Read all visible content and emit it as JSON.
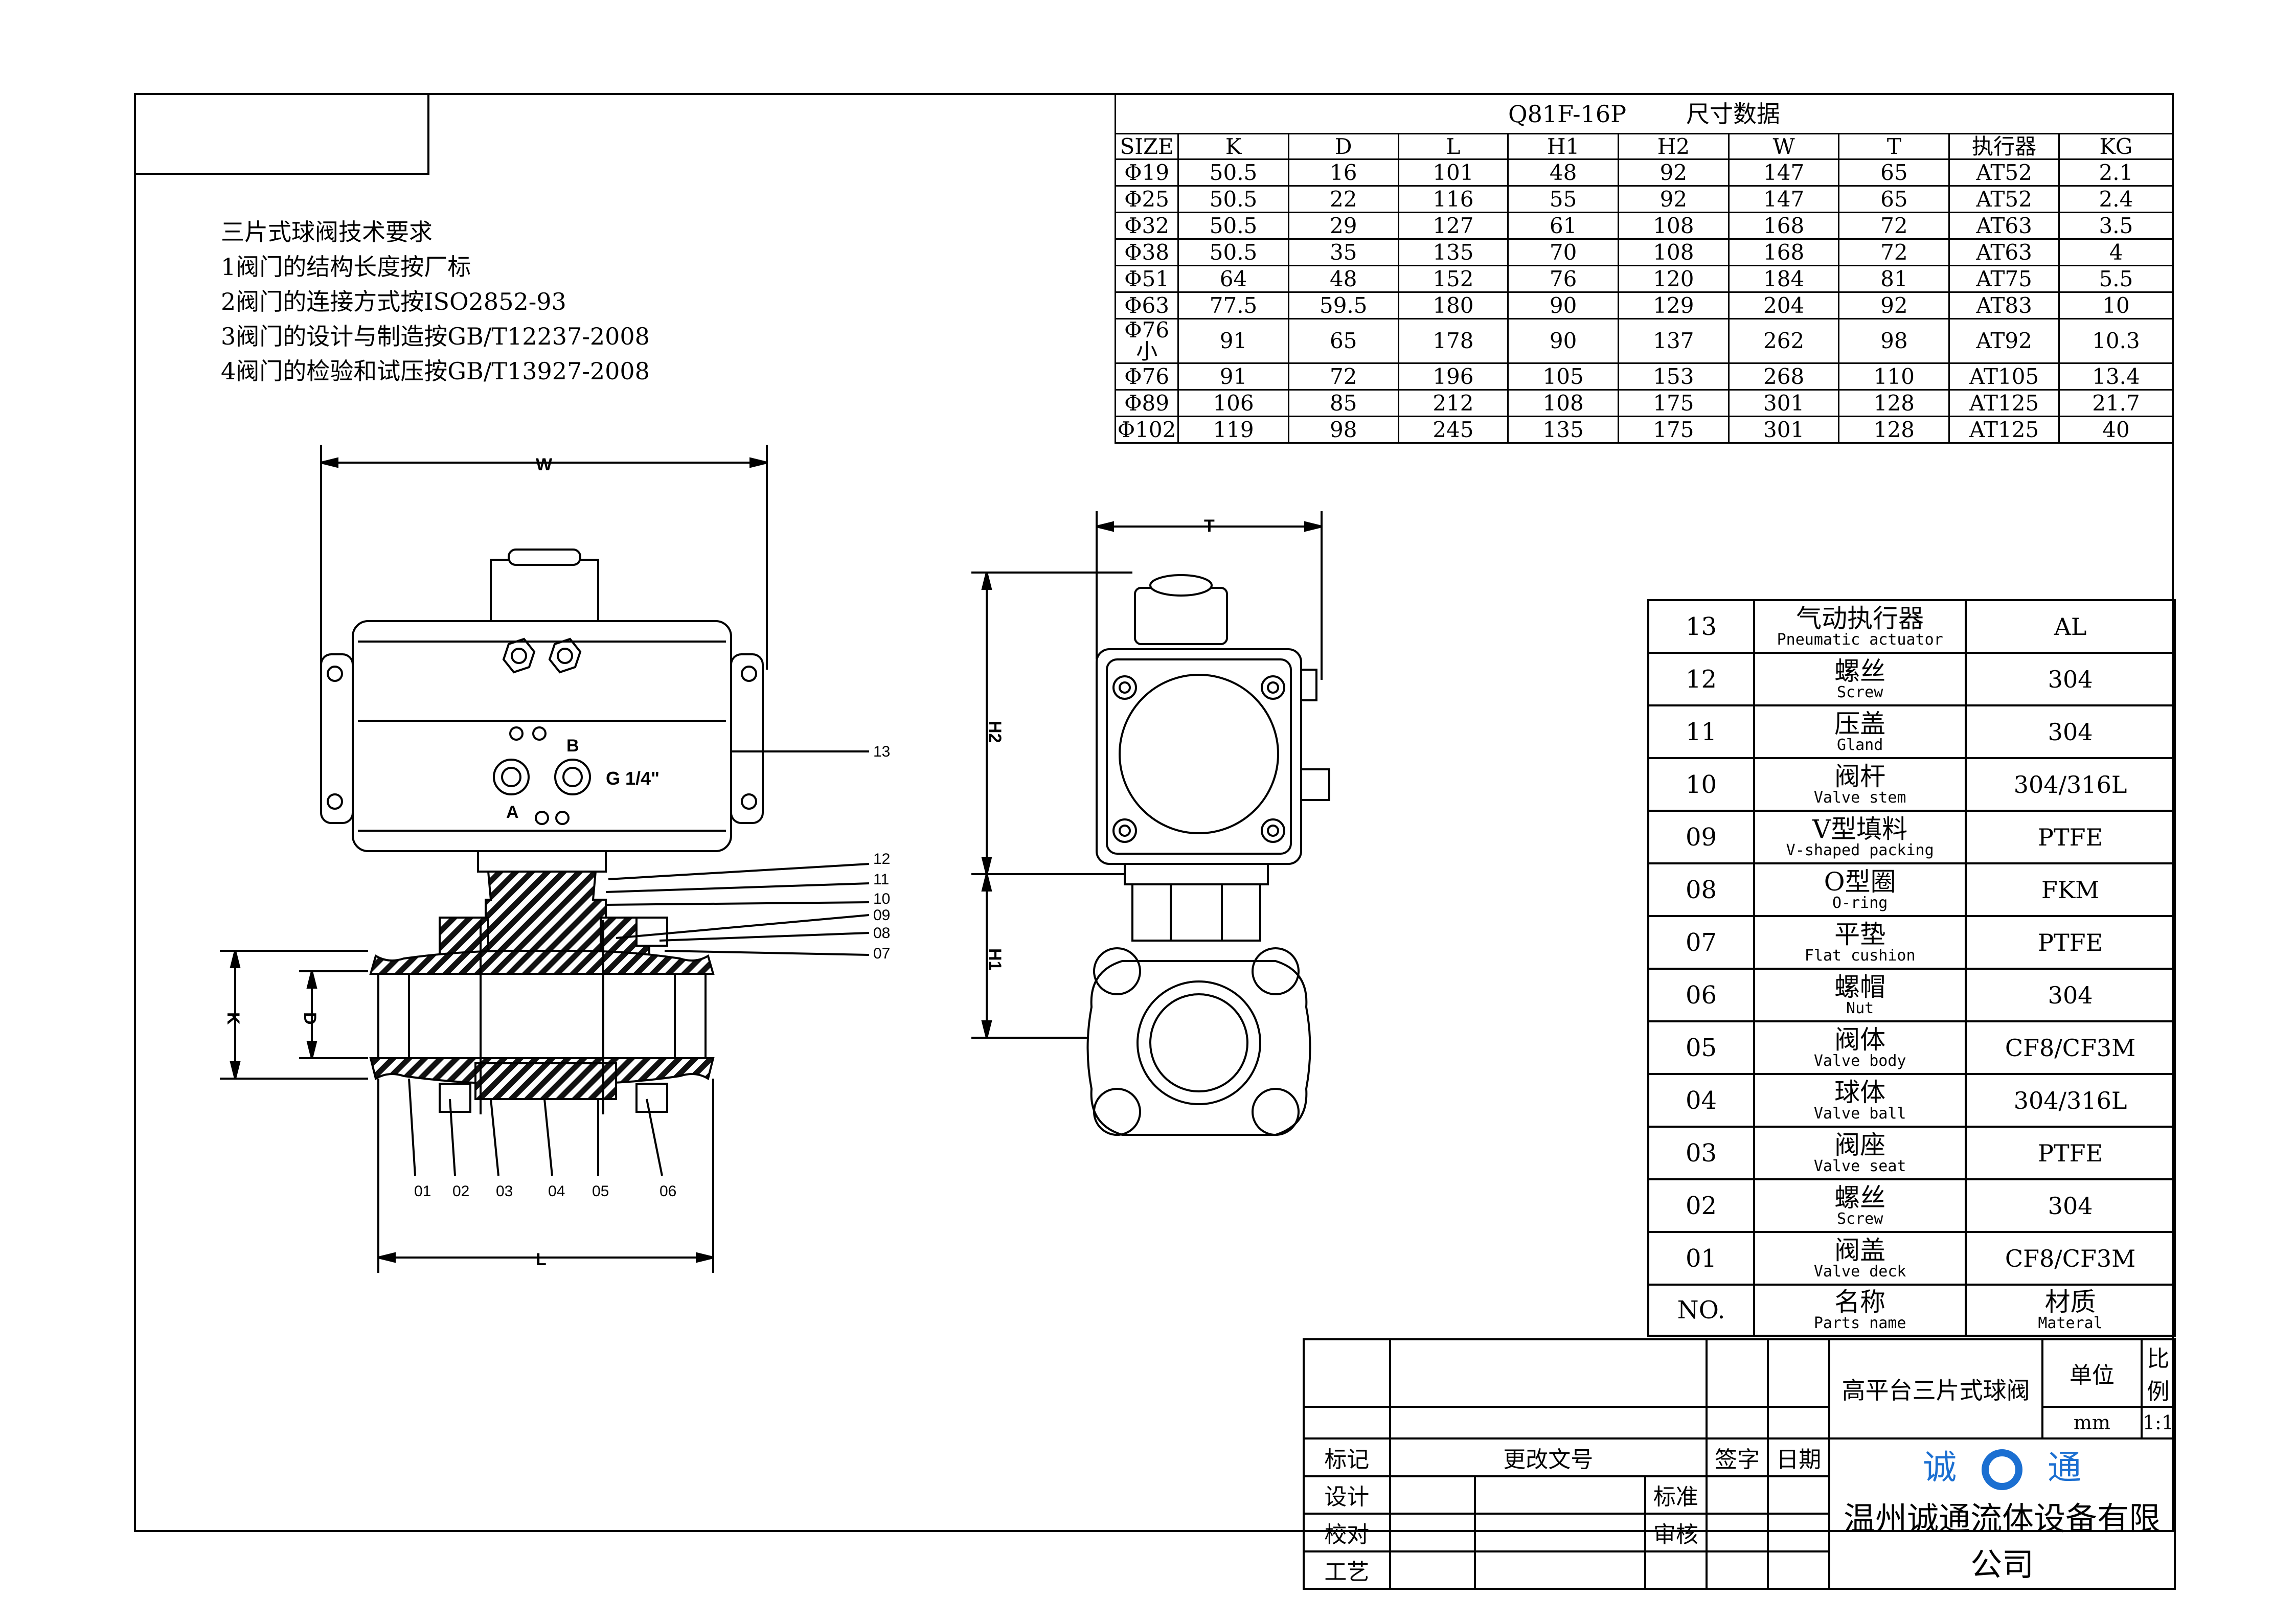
{
  "dimension_table": {
    "title": "Q81F-16P",
    "title_suffix": "尺寸数据",
    "columns": [
      "SIZE",
      "K",
      "D",
      "L",
      "H1",
      "H2",
      "W",
      "T",
      "执行器",
      "KG"
    ],
    "rows": [
      [
        "Φ19",
        "50.5",
        "16",
        "101",
        "48",
        "92",
        "147",
        "65",
        "AT52",
        "2.1"
      ],
      [
        "Φ25",
        "50.5",
        "22",
        "116",
        "55",
        "92",
        "147",
        "65",
        "AT52",
        "2.4"
      ],
      [
        "Φ32",
        "50.5",
        "29",
        "127",
        "61",
        "108",
        "168",
        "72",
        "AT63",
        "3.5"
      ],
      [
        "Φ38",
        "50.5",
        "35",
        "135",
        "70",
        "108",
        "168",
        "72",
        "AT63",
        "4"
      ],
      [
        "Φ51",
        "64",
        "48",
        "152",
        "76",
        "120",
        "184",
        "81",
        "AT75",
        "5.5"
      ],
      [
        "Φ63",
        "77.5",
        "59.5",
        "180",
        "90",
        "129",
        "204",
        "92",
        "AT83",
        "10"
      ],
      [
        "Φ76小",
        "91",
        "65",
        "178",
        "90",
        "137",
        "262",
        "98",
        "AT92",
        "10.3"
      ],
      [
        "Φ76",
        "91",
        "72",
        "196",
        "105",
        "153",
        "268",
        "110",
        "AT105",
        "13.4"
      ],
      [
        "Φ89",
        "106",
        "85",
        "212",
        "108",
        "175",
        "301",
        "128",
        "AT125",
        "21.7"
      ],
      [
        "Φ102",
        "119",
        "98",
        "245",
        "135",
        "175",
        "301",
        "128",
        "AT125",
        "40"
      ]
    ]
  },
  "notes": [
    "三片式球阀技术要求",
    "1阀门的结构长度按厂标",
    "2阀门的连接方式按ISO2852-93",
    "3阀门的设计与制造按GB/T12237-2008",
    "4阀门的检验和试压按GB/T13927-2008"
  ],
  "drawing_labels": {
    "W": "W",
    "T": "T",
    "H1": "H1",
    "H2": "H2",
    "K": "K",
    "D": "D",
    "L": "L",
    "A": "A",
    "B": "B",
    "port": "G 1/4\"",
    "callouts_right": [
      "13",
      "12",
      "11",
      "10",
      "09",
      "08",
      "07"
    ],
    "callouts_bottom": [
      "01",
      "02",
      "03",
      "04",
      "05",
      "06"
    ]
  },
  "parts_list": {
    "rows": [
      {
        "no": "13",
        "cn": "气动执行器",
        "en": "Pneumatic actuator",
        "mat": "AL"
      },
      {
        "no": "12",
        "cn": "螺丝",
        "en": "Screw",
        "mat": "304"
      },
      {
        "no": "11",
        "cn": "压盖",
        "en": "Gland",
        "mat": "304"
      },
      {
        "no": "10",
        "cn": "阀杆",
        "en": "Valve stem",
        "mat": "304/316L"
      },
      {
        "no": "09",
        "cn": "V型填料",
        "en": "V-shaped packing",
        "mat": "PTFE"
      },
      {
        "no": "08",
        "cn": "O型圈",
        "en": "O-ring",
        "mat": "FKM"
      },
      {
        "no": "07",
        "cn": "平垫",
        "en": "Flat cushion",
        "mat": "PTFE"
      },
      {
        "no": "06",
        "cn": "螺帽",
        "en": "Nut",
        "mat": "304"
      },
      {
        "no": "05",
        "cn": "阀体",
        "en": "Valve body",
        "mat": "CF8/CF3M"
      },
      {
        "no": "04",
        "cn": "球体",
        "en": "Valve ball",
        "mat": "304/316L"
      },
      {
        "no": "03",
        "cn": "阀座",
        "en": "Valve seat",
        "mat": "PTFE"
      },
      {
        "no": "02",
        "cn": "螺丝",
        "en": "Screw",
        "mat": "304"
      },
      {
        "no": "01",
        "cn": "阀盖",
        "en": "Valve deck",
        "mat": "CF8/CF3M"
      }
    ],
    "header": {
      "no": "NO.",
      "cn": "名称",
      "en": "Parts name",
      "mat_cn": "材质",
      "mat_en": "Materal"
    }
  },
  "title_block": {
    "product": "高平台三片式球阀",
    "unit_label": "单位",
    "unit_value": "mm",
    "scale_label": "比例",
    "scale_value": "1:1",
    "mark": "标记",
    "change_doc": "更改文号",
    "sign": "签字",
    "date": "日期",
    "design": "设计",
    "standard": "标准",
    "check": "校对",
    "review": "审核",
    "process": "工艺",
    "logo_left": "诚",
    "logo_right": "通",
    "company": "温州诚通流体设备有限公司",
    "brand_color": "#1b6fd1"
  }
}
